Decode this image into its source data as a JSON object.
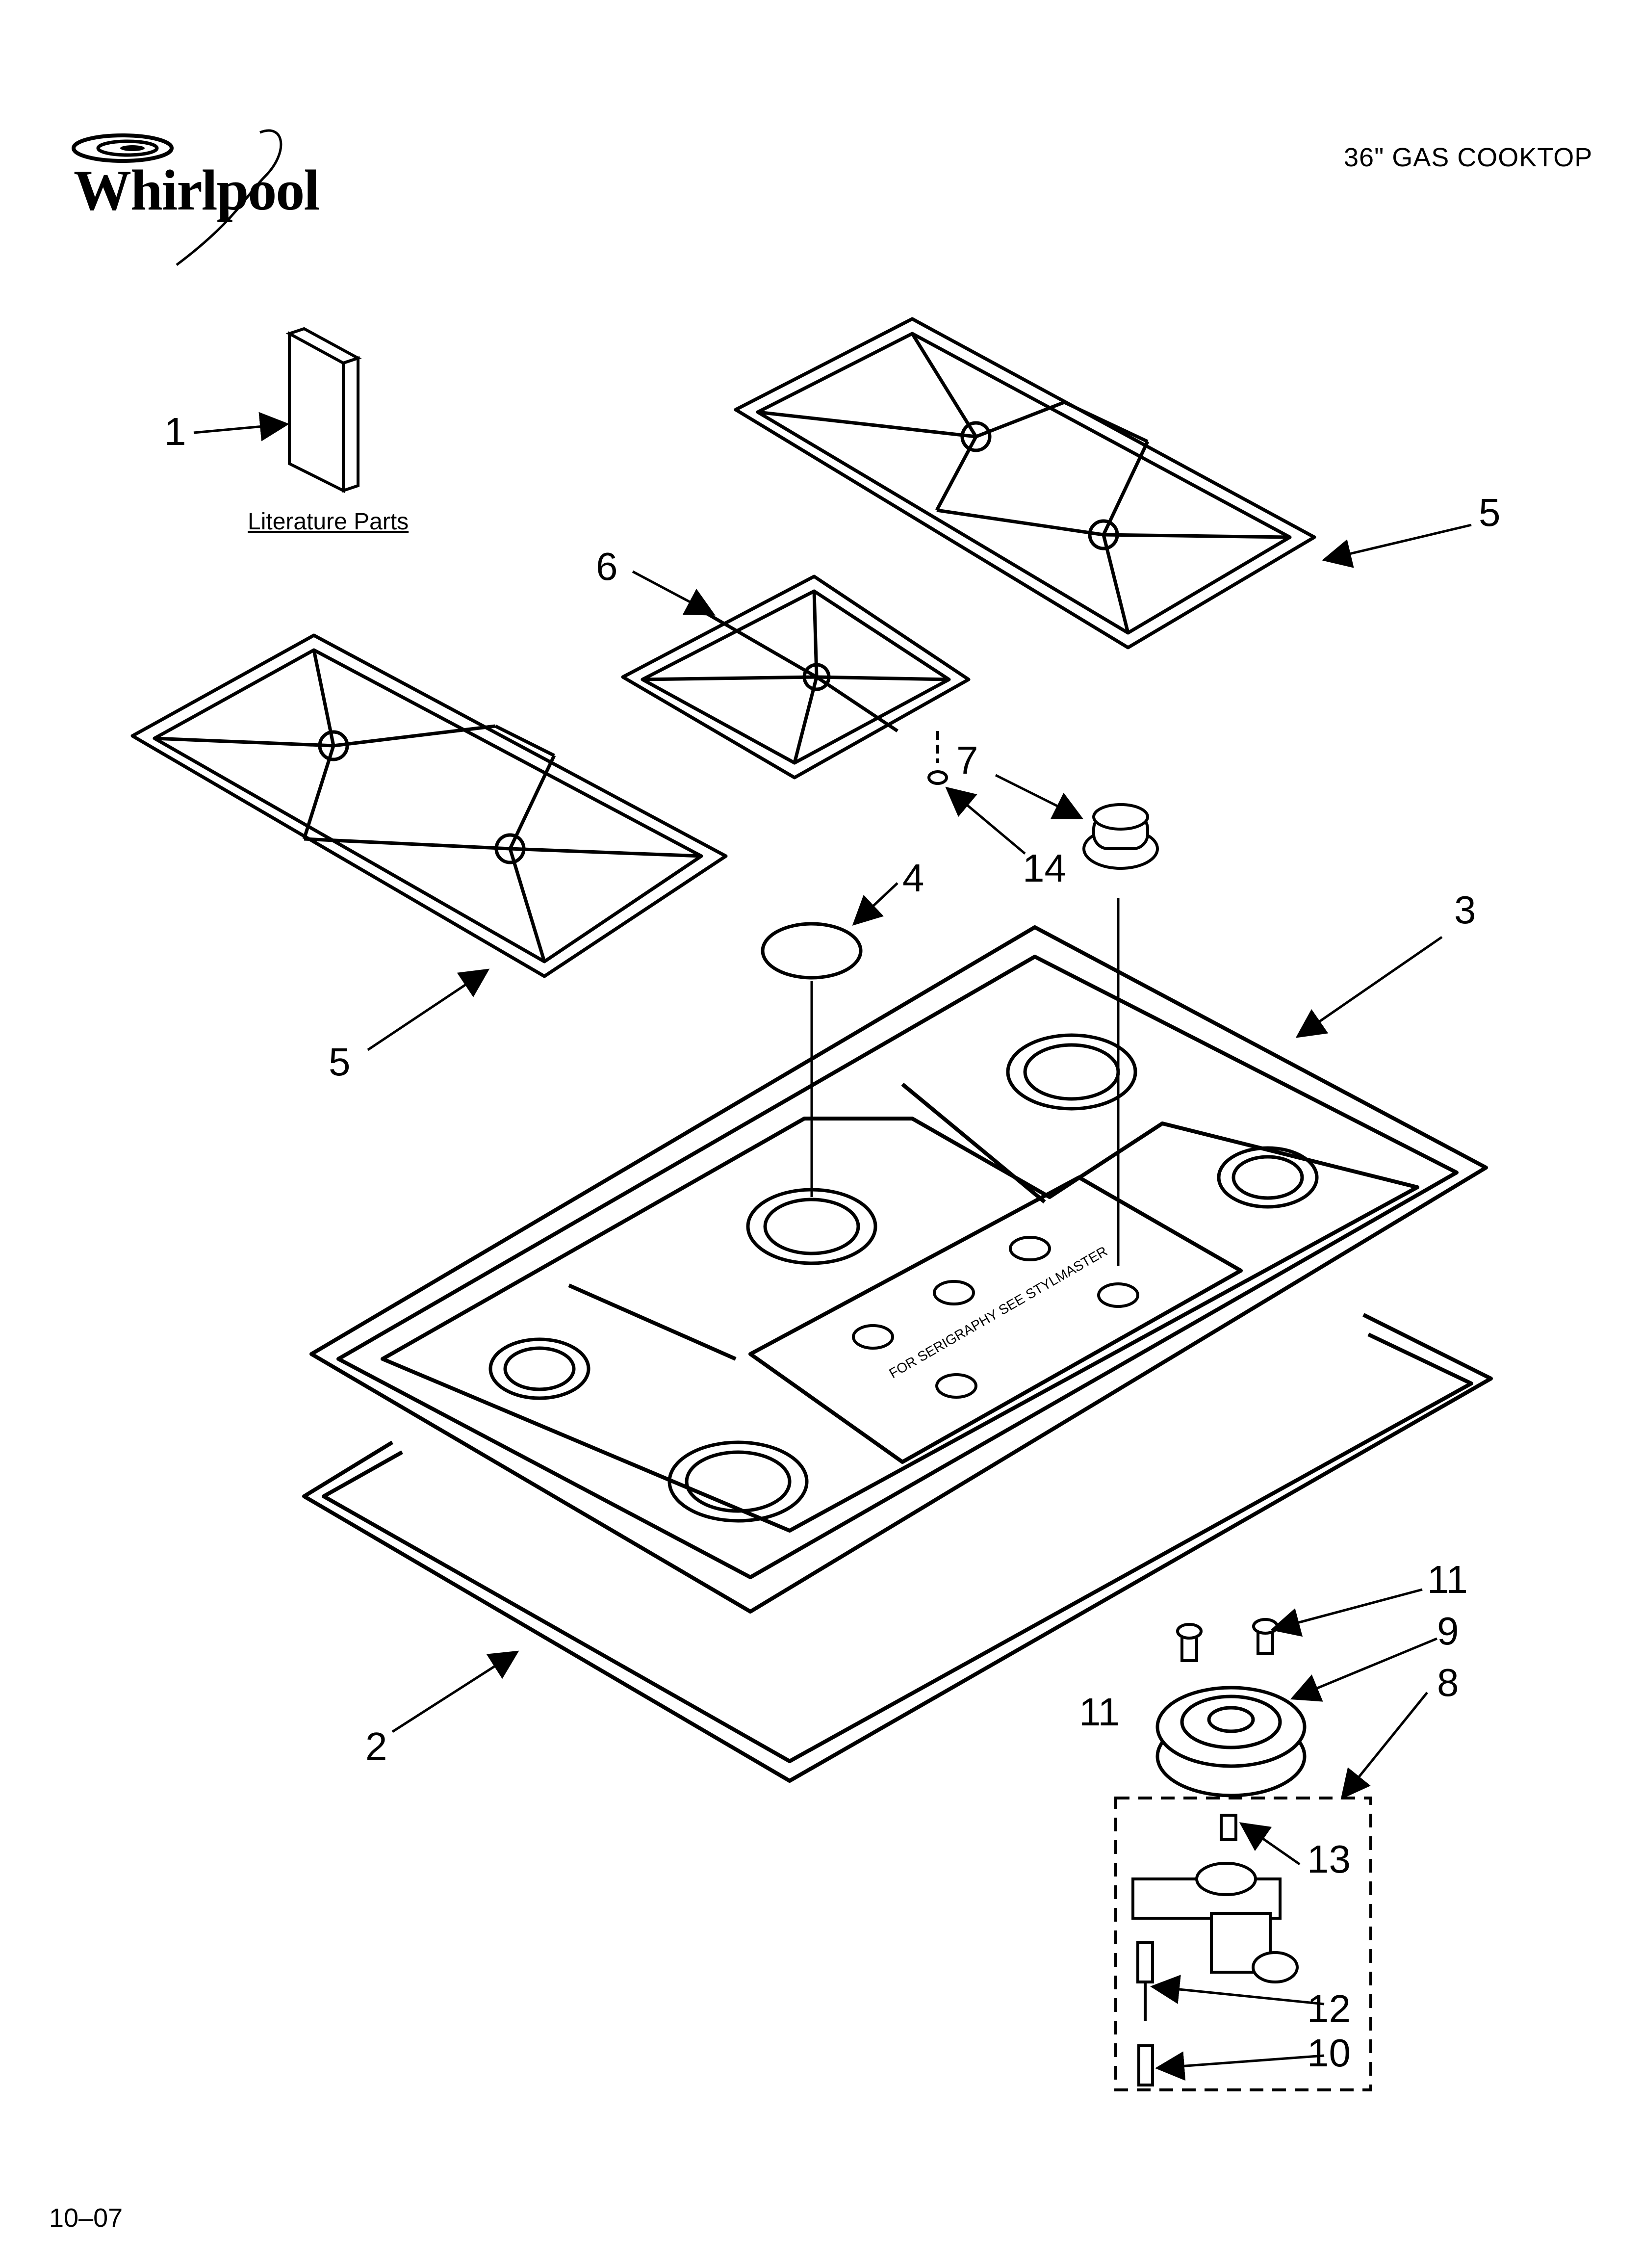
{
  "brand": {
    "logo_text": "Whirlpool"
  },
  "header": {
    "title": "36\" GAS COOKTOP"
  },
  "footer": {
    "date_code": "10–07"
  },
  "labels": {
    "literature": "Literature Parts"
  },
  "callouts": {
    "c1": "1",
    "c2": "2",
    "c3": "3",
    "c4": "4",
    "c5a": "5",
    "c5b": "5",
    "c6": "6",
    "c7": "7",
    "c8": "8",
    "c9": "9",
    "c10": "10",
    "c11a": "11",
    "c11b": "11",
    "c12": "12",
    "c13": "13",
    "c14": "14"
  },
  "cooktop_print": "FOR SERIGRAPHY SEE STYLMASTER"
}
